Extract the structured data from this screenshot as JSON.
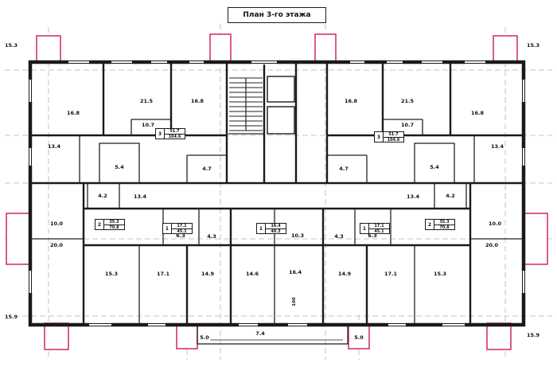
{
  "title": "План 3-го этажа",
  "colors": {
    "wall": "#1a1a1a",
    "balcony_outline": "#d6336c",
    "axis_grid": "#b4b4b4",
    "background": "#ffffff"
  },
  "dimensions": {
    "top_left": "15.3",
    "top_right": "15.3",
    "bottom_left": "15.9",
    "bottom_right": "15.9",
    "entry_left": "5.0",
    "porch_center": "7.4",
    "entry_right": "5.0",
    "riser_note": "100"
  },
  "apartment_summaries": {
    "three_room": {
      "rooms": "3",
      "living_area": "51.7",
      "total_area": "104.6"
    },
    "two_room": {
      "rooms": "2",
      "living_area": "35.3",
      "total_area": "70.8"
    },
    "one_room_a": {
      "rooms": "1",
      "living_area": "17.1",
      "total_area": "45.1"
    },
    "one_room_b": {
      "rooms": "1",
      "living_area": "16.4",
      "total_area": "40.3"
    }
  },
  "room_areas": {
    "left": {
      "bedroom_top": "16.8",
      "living_room": "21.5",
      "bedroom_mid": "16.8",
      "hallway_top": "10.7",
      "kitchen": "13.4",
      "bathroom": "5.4",
      "entry_hall": "4.7",
      "wc": "4.2",
      "hallway_mid": "13.4",
      "kitchen_small": "10.0",
      "living_room_low": "20.0",
      "hallway_one_room": "6.3",
      "bathroom_one_room": "4.3",
      "bottom_room_1": "15.3",
      "bottom_room_2": "17.1",
      "bottom_room_3": "14.9"
    },
    "center": {
      "bottom_room_left": "14.6",
      "bottom_room_right": "16.4",
      "hallway": "10.3"
    },
    "right": {
      "bedroom_mid": "16.8",
      "living_room": "21.5",
      "bedroom_top": "16.8",
      "hallway_top": "10.7",
      "kitchen": "13.4",
      "bathroom": "5.4",
      "entry_hall": "4.7",
      "wc": "4.2",
      "hallway_mid": "13.4",
      "kitchen_small": "10.0",
      "living_room_low": "20.0",
      "hallway_one_room": "6.3",
      "bathroom_one_room": "4.3",
      "bottom_room_1": "14.9",
      "bottom_room_2": "17.1",
      "bottom_room_3": "15.3"
    }
  }
}
